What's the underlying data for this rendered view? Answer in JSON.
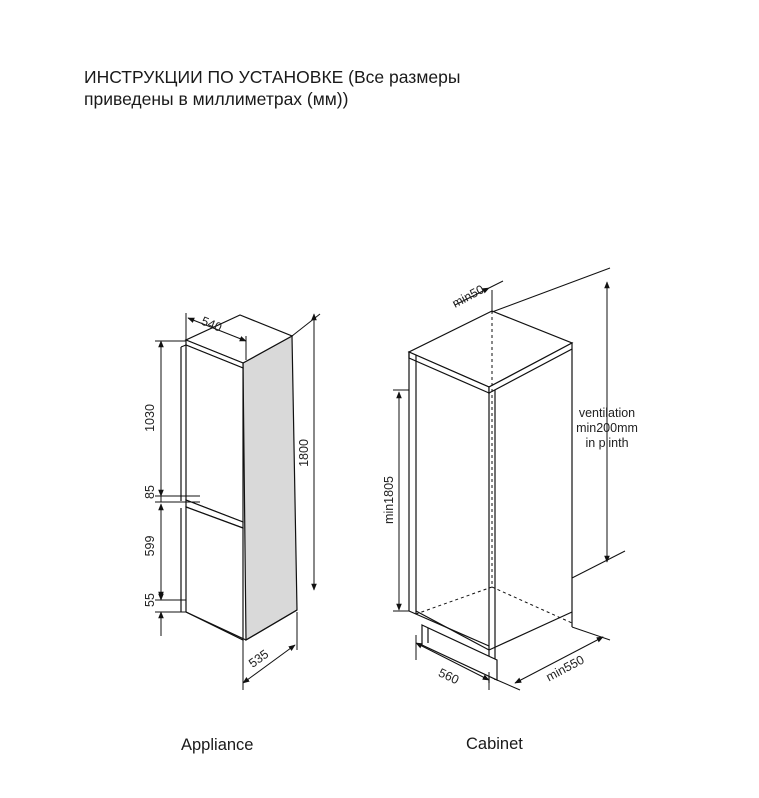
{
  "title": {
    "line1": "ИНСТРУКЦИИ ПО УСТАНОВКЕ (Все размеры",
    "line2": "приведены в миллиметрах (мм))"
  },
  "appliance": {
    "caption": "Appliance",
    "dims": {
      "width": "540",
      "top_section": "1030",
      "gap": "85",
      "bottom_section": "599",
      "plinth": "55",
      "height": "1800",
      "depth": "535"
    }
  },
  "cabinet": {
    "caption": "Cabinet",
    "dims": {
      "top_clearance": "min50",
      "height": "min1805",
      "width": "560",
      "depth": "min550"
    },
    "ventilation": {
      "line1": "ventilation",
      "line2": "min200mm",
      "line3": "in plinth"
    }
  }
}
